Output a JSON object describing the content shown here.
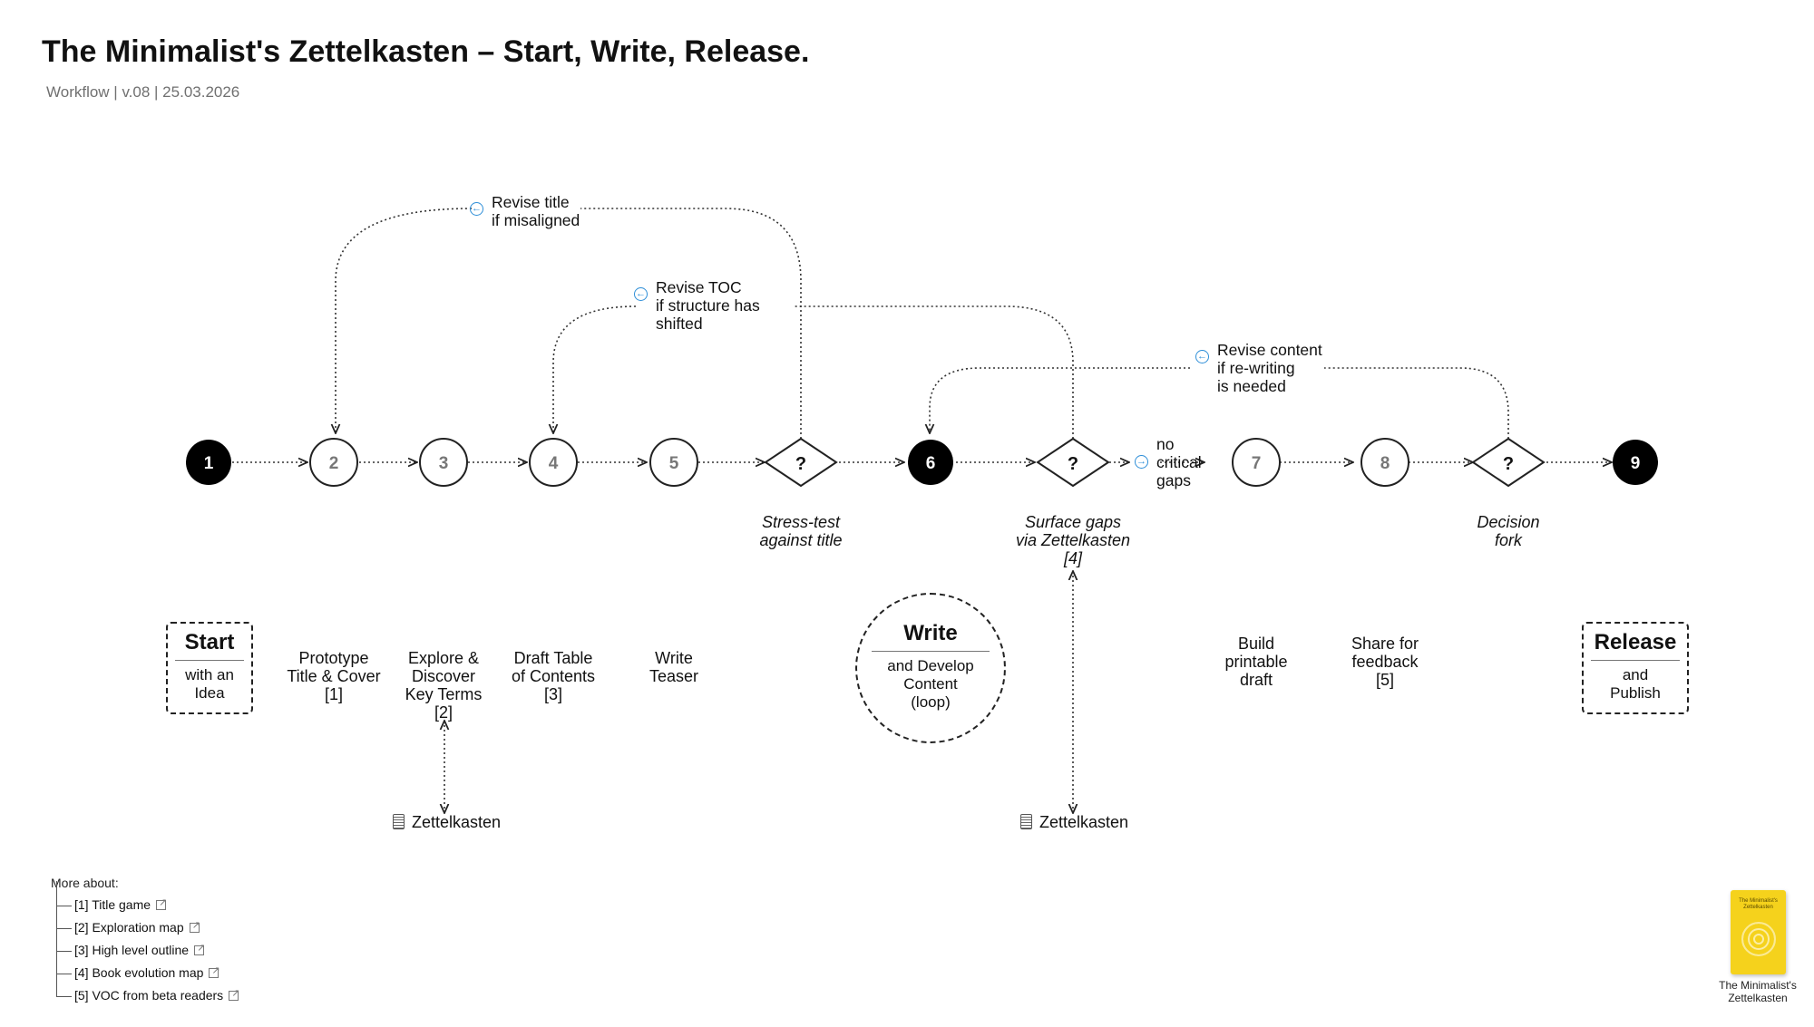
{
  "header": {
    "title": "The Minimalist's Zettelkasten – Start, Write, Release.",
    "subtitle": "Workflow | v.08 | 25.03.2026"
  },
  "nodes": {
    "n1": "1",
    "n2": "2",
    "n3": "3",
    "n4": "4",
    "n5": "5",
    "d1": "?",
    "n6": "6",
    "d2": "?",
    "n7": "7",
    "n8": "8",
    "d3": "?",
    "n9": "9"
  },
  "decisions": {
    "stress_test": [
      "Stress-test",
      "against title"
    ],
    "surface_gaps": [
      "Surface gaps",
      "via Zettelkasten",
      "[4]"
    ],
    "decision_fork": [
      "Decision",
      "fork"
    ]
  },
  "feedback": {
    "revise_title": [
      "Revise title",
      "if misaligned"
    ],
    "revise_toc": [
      "Revise TOC",
      "if structure has",
      "shifted"
    ],
    "revise_content": [
      "Revise content",
      "if re-writing",
      "is needed"
    ],
    "no_gaps": [
      "no",
      "critical",
      "gaps"
    ]
  },
  "steps": {
    "s2": [
      "Prototype",
      "Title & Cover",
      "[1]"
    ],
    "s3": [
      "Explore &",
      "Discover",
      "Key Terms",
      "[2]"
    ],
    "s4": [
      "Draft Table",
      "of Contents",
      "[3]"
    ],
    "s5": [
      "Write",
      "Teaser"
    ],
    "s7": [
      "Build",
      "printable",
      "draft"
    ],
    "s8": [
      "Share for",
      "feedback",
      "[5]"
    ]
  },
  "phases": {
    "start": {
      "title": "Start",
      "sub": [
        "with an",
        "Idea"
      ]
    },
    "write": {
      "title": "Write",
      "sub": [
        "and Develop",
        "Content",
        "(loop)"
      ]
    },
    "release": {
      "title": "Release",
      "sub": [
        "and",
        "Publish"
      ]
    }
  },
  "zettelkasten": {
    "label": "Zettelkasten",
    "icon": "zettelkasten-box-icon"
  },
  "more_about": {
    "heading": "More about:",
    "items": [
      "[1] Title game",
      "[2] Exploration map",
      "[3] High level outline",
      "[4] Book evolution map",
      "[5] VOC from beta readers"
    ]
  },
  "book": {
    "cover_title": [
      "The Minimalist's",
      "Zettelkasten"
    ],
    "caption": [
      "The Minimalist's",
      "Zettelkasten"
    ]
  },
  "colors": {
    "accent": "#2f8fd8",
    "book": "#f5d21c",
    "ink": "#111111"
  }
}
